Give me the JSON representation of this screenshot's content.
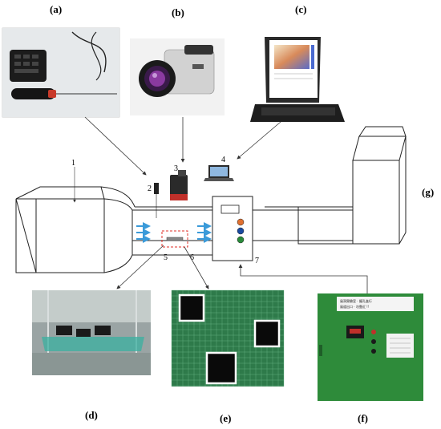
{
  "panel_labels": {
    "a": "(a)",
    "b": "(b)",
    "c": "(c)",
    "d": "(d)",
    "e": "(e)",
    "f": "(f)",
    "g": "(g)"
  },
  "component_numbers": {
    "n1": "1",
    "n2": "2",
    "n3": "3",
    "n4": "4",
    "n5": "5",
    "n6": "6",
    "n7": "7"
  },
  "photo_f_sign": {
    "line1": "風洞實驗室 · 擾孔進行",
    "line2": "風道出口 · 勿靠近 !!"
  },
  "colors": {
    "airflow_arrow": "#3a9ad9",
    "test_zone": "#e0302a",
    "control_panel": "#2e8b3a",
    "laptop_screen": "#e8d8c0"
  },
  "icons": [
    "handheld-meter-icon",
    "thermal-camera-icon",
    "laptop-icon",
    "sensor-probe-icon",
    "camera-small-icon"
  ]
}
